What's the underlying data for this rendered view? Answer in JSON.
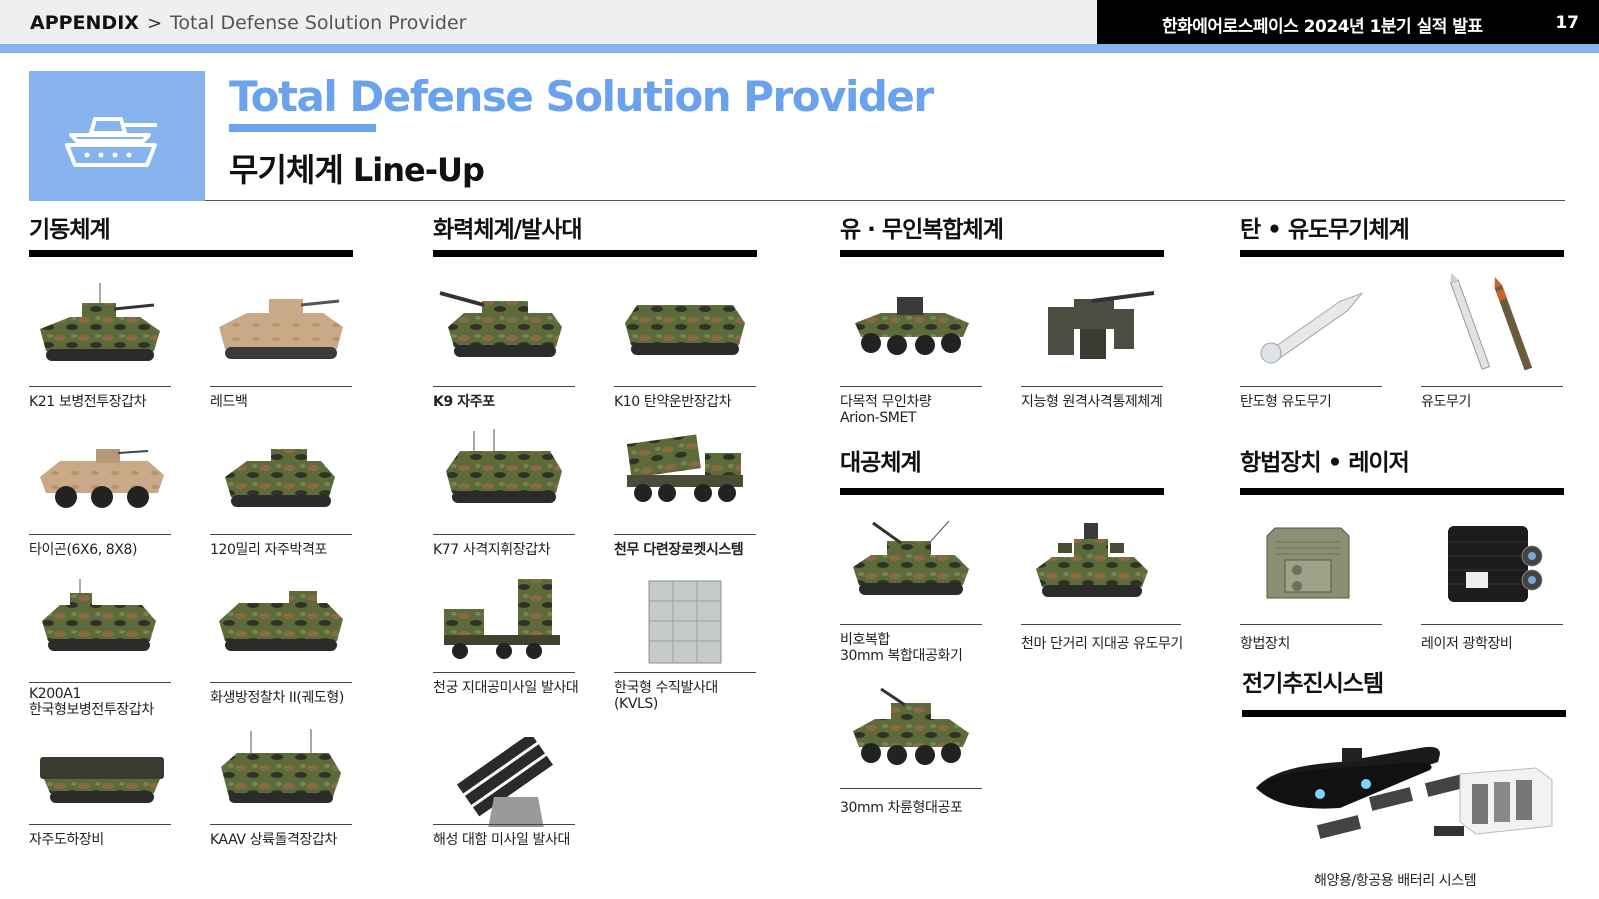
{
  "header": {
    "crumb_root": "APPENDIX",
    "crumb_page": "Total Defense Solution Provider",
    "report_title": "한화에어로스페이스 2024년 1분기 실적 발표",
    "page_number": "17"
  },
  "title": {
    "main": "Total Defense Solution Provider",
    "sub": "무기체계 Line-Up"
  },
  "sections": {
    "mobility": {
      "heading": "기동체계",
      "items": [
        "K21 보병전투장갑차",
        "레드백",
        "타이곤(6X6, 8X8)",
        "120밀리 자주박격포",
        "K200A1",
        "한국형보병전투장갑차",
        "화생방정찰차 II(궤도형)",
        "자주도하장비",
        "KAAV 상륙돌격장갑차"
      ]
    },
    "firepower": {
      "heading": "화력체계/발사대",
      "items": [
        "K9 자주포",
        "K10 탄약운반장갑차",
        "K77 사격지휘장갑차",
        "천무 다련장로켓시스템",
        "천궁 지대공미사일 발사대",
        "한국형 수직발사대",
        "(KVLS)",
        "해성 대함 미사일 발사대"
      ]
    },
    "unmanned": {
      "heading": "유 · 무인복합체계",
      "items": [
        "다목적 무인차량",
        "Arion-SMET",
        "지능형 원격사격통제체계"
      ]
    },
    "air_defense": {
      "heading": "대공체계",
      "items": [
        "비호복합",
        "30mm 복합대공화기",
        "천마 단거리 지대공 유도무기",
        "30mm 차륜형대공포"
      ]
    },
    "munitions": {
      "heading": "탄 • 유도무기체계",
      "items": [
        "탄도형 유도무기",
        "유도무기"
      ]
    },
    "navigation": {
      "heading": "항법장치 • 레이저",
      "items": [
        "항법장치",
        "레이저 광학장비"
      ]
    },
    "electric": {
      "heading": "전기추진시스템",
      "items": [
        "해양용/항공용 배터리 시스템"
      ]
    }
  },
  "colors": {
    "accent": "#87b3ef",
    "title_blue": "#6ba2ee",
    "camo_green": "#5d6b3a",
    "camo_brown": "#8a6a45",
    "sand": "#c9a987"
  }
}
